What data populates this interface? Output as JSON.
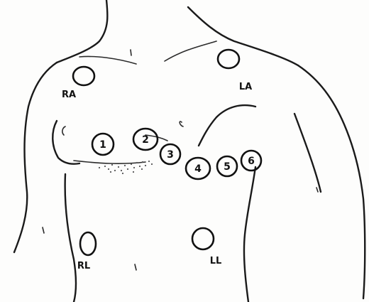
{
  "limb_leads": {
    "ra": "RA",
    "la": "LA",
    "rl": "RL",
    "ll": "LL"
  },
  "chest_leads": [
    "1",
    "2",
    "3",
    "4",
    "5",
    "6"
  ]
}
